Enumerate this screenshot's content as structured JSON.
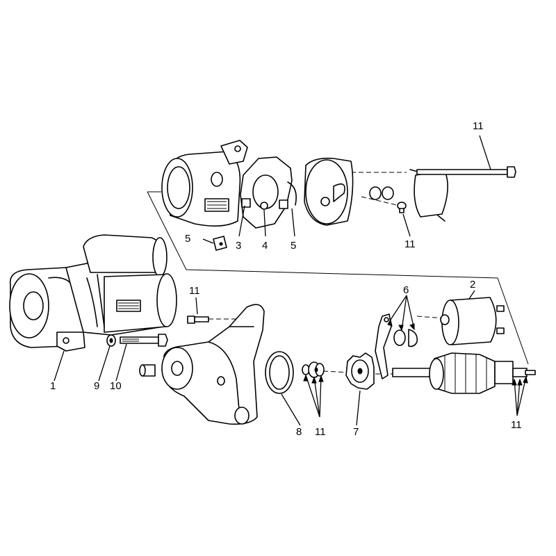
{
  "diagram": {
    "callouts": [
      {
        "id": "c11-top",
        "text": "11"
      },
      {
        "id": "c5-left",
        "text": "5"
      },
      {
        "id": "c3",
        "text": "3"
      },
      {
        "id": "c4",
        "text": "4"
      },
      {
        "id": "c5-right",
        "text": "5"
      },
      {
        "id": "c11-upper-right",
        "text": "11"
      },
      {
        "id": "c11-mid",
        "text": "11"
      },
      {
        "id": "c6",
        "text": "6"
      },
      {
        "id": "c2",
        "text": "2"
      },
      {
        "id": "c1",
        "text": "1"
      },
      {
        "id": "c9",
        "text": "9"
      },
      {
        "id": "c10",
        "text": "10"
      },
      {
        "id": "c8",
        "text": "8"
      },
      {
        "id": "c11-bottom",
        "text": "11"
      },
      {
        "id": "c7",
        "text": "7"
      },
      {
        "id": "c11-right",
        "text": "11"
      }
    ]
  }
}
